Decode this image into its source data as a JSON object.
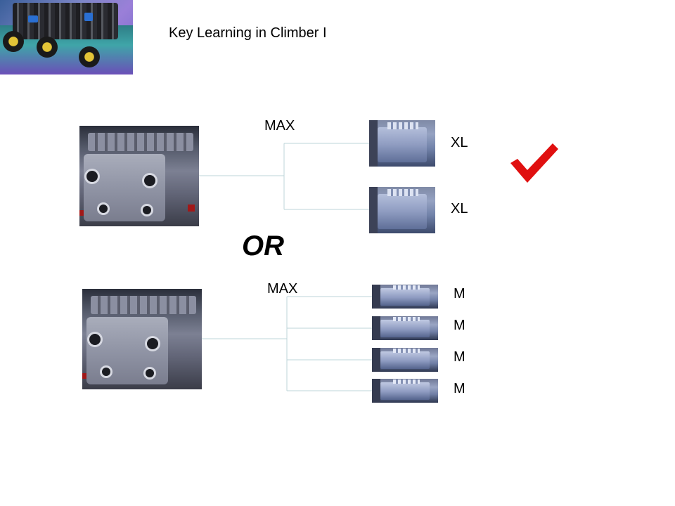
{
  "slide": {
    "title": "Key Learning in Climber I",
    "separator": "OR"
  },
  "option_a": {
    "source_label": "MAX",
    "outputs": [
      {
        "label": "XL"
      },
      {
        "label": "XL"
      }
    ],
    "marked_correct": true,
    "check_color": "#e01010"
  },
  "option_b": {
    "source_label": "MAX",
    "outputs": [
      {
        "label": "M"
      },
      {
        "label": "M"
      },
      {
        "label": "M"
      },
      {
        "label": "M"
      }
    ]
  },
  "icons": {
    "header_photo": "robot-photo",
    "source_motor": "large-motor-photo",
    "output_motor": "motor-photo",
    "mark": "checkmark-icon"
  }
}
